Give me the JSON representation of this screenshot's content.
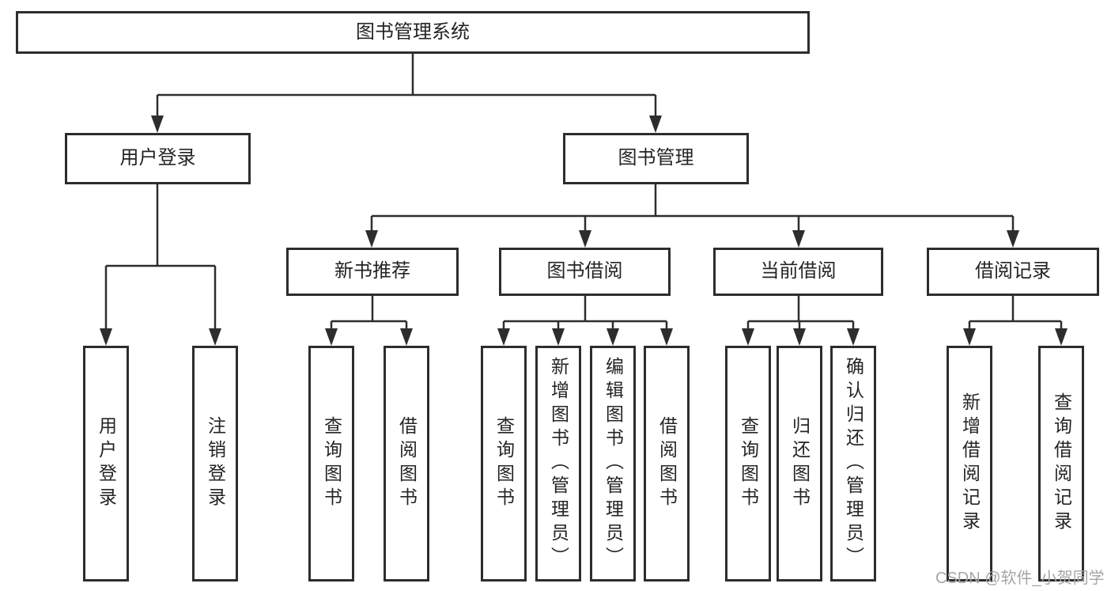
{
  "diagram": {
    "tree": {
      "label": "图书管理系统",
      "children": [
        {
          "label": "用户登录",
          "children": [
            {
              "label": "用户登录"
            },
            {
              "label": "注销登录"
            }
          ]
        },
        {
          "label": "图书管理",
          "children": [
            {
              "label": "新书推荐",
              "children": [
                {
                  "label": "查询图书"
                },
                {
                  "label": "借阅图书"
                }
              ]
            },
            {
              "label": "图书借阅",
              "children": [
                {
                  "label": "查询图书"
                },
                {
                  "label": "新增图书（管理员）"
                },
                {
                  "label": "编辑图书（管理员）"
                },
                {
                  "label": "借阅图书"
                }
              ]
            },
            {
              "label": "当前借阅",
              "children": [
                {
                  "label": "查询图书"
                },
                {
                  "label": "归还图书"
                },
                {
                  "label": "确认归还（管理员）"
                }
              ]
            },
            {
              "label": "借阅记录",
              "children": [
                {
                  "label": "新增借阅记录"
                },
                {
                  "label": "查询借阅记录"
                }
              ]
            }
          ]
        }
      ]
    },
    "watermark": "CSDN @软件_小贺同学",
    "colors": {
      "line": "#2d2d2d",
      "text": "#242424",
      "watermark": "#a6a6a6",
      "background": "#ffffff"
    }
  }
}
